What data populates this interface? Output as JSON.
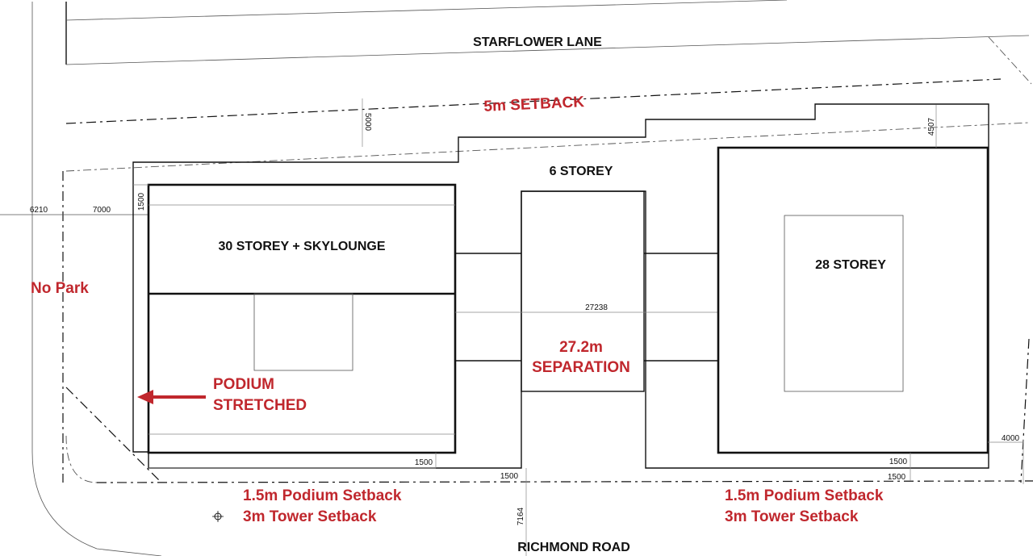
{
  "streets": {
    "north": "STARFLOWER LANE",
    "south": "RICHMOND ROAD"
  },
  "setback_north": "5m SETBACK",
  "buildings": {
    "west_tower": "30 STOREY + SKYLOUNGE",
    "middle": "6 STOREY",
    "east_tower": "28 STOREY"
  },
  "annotations": {
    "no_park": "No Park",
    "podium_line1": "PODIUM",
    "podium_line2": "STRETCHED",
    "separation_line1": "27.2m",
    "separation_line2": "SEPARATION",
    "left_setback_line1": "1.5m Podium Setback",
    "left_setback_line2": "3m Tower Setback",
    "right_setback_line1": "1.5m Podium Setback",
    "right_setback_line2": "3m Tower Setback"
  },
  "dimensions": {
    "d6210": "6210",
    "d7000": "7000",
    "d1500_left_vertical": "1500",
    "d5000": "5000",
    "d4507": "4507",
    "d27238": "27238",
    "d1500_left_bottom": "1500",
    "d1500_middle_bottom": "1500",
    "d1500_right_upper": "1500",
    "d1500_right_lower": "1500",
    "d4000": "4000",
    "d7164": "7164"
  },
  "colors": {
    "annotation_red": "#c0272d",
    "linework": "#111111"
  }
}
